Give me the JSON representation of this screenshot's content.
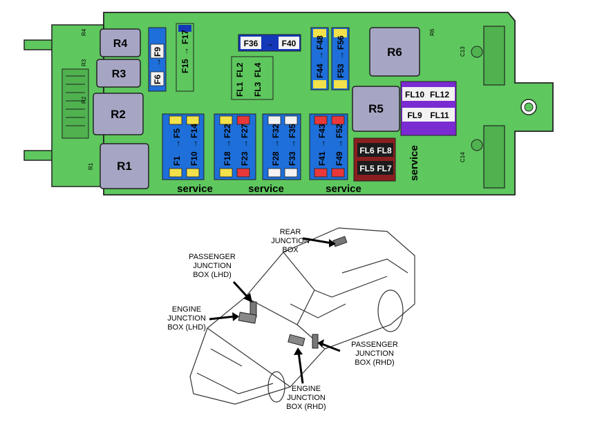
{
  "relays": {
    "r1": "R1",
    "r2": "R2",
    "r3": "R3",
    "r4": "R4",
    "r5": "R5",
    "r6": "R6"
  },
  "fuse_groups": {
    "f9_f6": [
      "F9",
      "F6"
    ],
    "f17_f15": [
      "F17",
      "F15"
    ],
    "f36_f40": [
      "F36",
      "F40"
    ],
    "f48_f44": [
      "F48",
      "F44"
    ],
    "f56_f53": [
      "F56",
      "F53"
    ],
    "f5_f1": [
      "F5",
      "F1"
    ],
    "f14_f10": [
      "F14",
      "F10"
    ],
    "f22_f18": [
      "F22",
      "F18"
    ],
    "f27_f23": [
      "F27",
      "F23"
    ],
    "f32_f28": [
      "F32",
      "F28"
    ],
    "f35_f33": [
      "F35",
      "F33"
    ],
    "f43_f41": [
      "F43",
      "F41"
    ],
    "f52_f49": [
      "F52",
      "F49"
    ]
  },
  "filters": {
    "fl1": "FL1",
    "fl2": "FL2",
    "fl3": "FL3",
    "fl4": "FL4",
    "fl5": "FL5",
    "fl6": "FL6",
    "fl7": "FL7",
    "fl8": "FL8",
    "fl9": "FL9",
    "fl10": "FL10",
    "fl11": "FL11",
    "fl12": "FL12"
  },
  "arrow_glyph": "→",
  "service_labels": [
    "service",
    "service",
    "service",
    "service"
  ],
  "connector_labels": {
    "c13": "C13",
    "c14": "C14"
  },
  "edge_marks": {
    "r1": "R1",
    "r2": "R2",
    "r3": "R3",
    "r4": "R4",
    "r6": "R6"
  },
  "callouts": {
    "rear": [
      "REAR",
      "JUNCTION",
      "BOX"
    ],
    "passenger_lhd": [
      "PASSENGER",
      "JUNCTION",
      "BOX (LHD)"
    ],
    "engine_lhd": [
      "ENGINE",
      "JUNCTION",
      "BOX (LHD)"
    ],
    "passenger_rhd": [
      "PASSENGER",
      "JUNCTION",
      "BOX (RHD)"
    ],
    "engine_rhd": [
      "ENGINE",
      "JUNCTION",
      "BOX (RHD)"
    ]
  },
  "colors": {
    "board_green": "#5ec75e",
    "relay_grey": "#a6a6c4",
    "fuse_blue": "#1e6fd9",
    "fuse_dark_blue": "#1438b8",
    "fuse_yellow": "#f2e14a",
    "fuse_red": "#e8383a",
    "filter_dark_red": "#8a1f1f",
    "filter_purple": "#7a2bd1"
  }
}
